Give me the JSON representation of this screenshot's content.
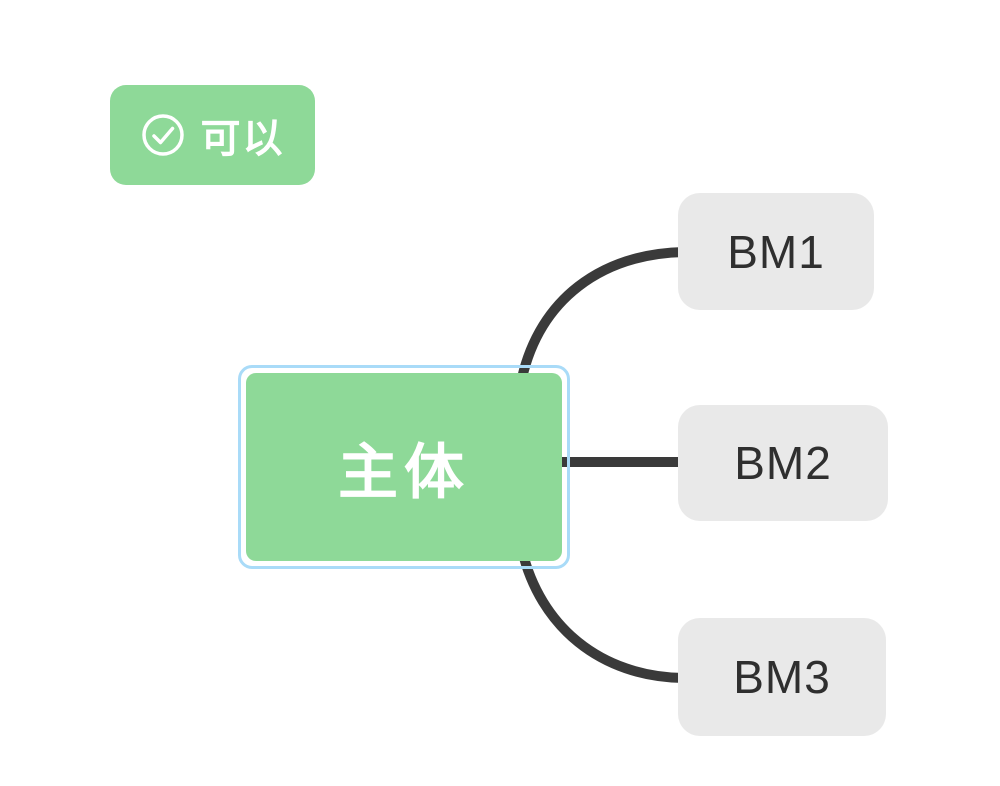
{
  "badge": {
    "label": "可以",
    "icon": "check-circle-icon",
    "color": "#8ed998",
    "text_color": "#ffffff"
  },
  "main_node": {
    "label": "主体",
    "fill": "#8ed998",
    "text_color": "#ffffff",
    "selected": true,
    "selection_border_color": "#a9dbf8"
  },
  "branches": [
    {
      "id": "bm1",
      "label": "BM1"
    },
    {
      "id": "bm2",
      "label": "BM2"
    },
    {
      "id": "bm3",
      "label": "BM3"
    }
  ],
  "branch_style": {
    "fill": "#e9e9e9",
    "text_color": "#2f2f2f"
  },
  "connector_color": "#3a3a3a"
}
